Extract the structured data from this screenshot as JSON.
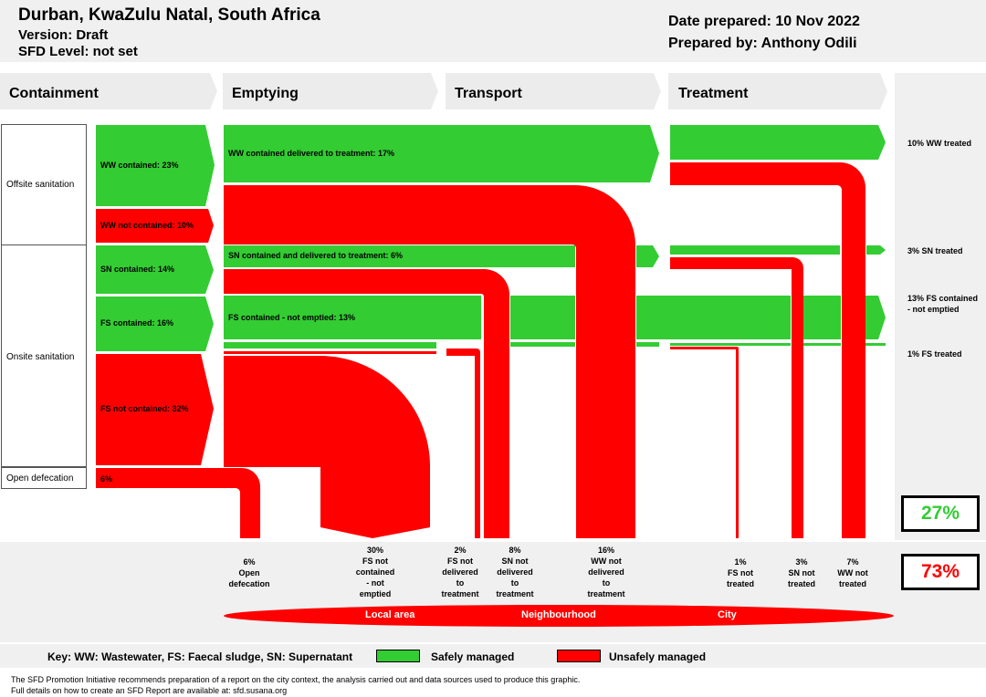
{
  "colors": {
    "safe": "#33cc33",
    "unsafe": "#ff0000",
    "grey": "#f0f0f0"
  },
  "header": {
    "city": "Durban, KwaZulu Natal, South Africa",
    "version": "Version: Draft",
    "level": "SFD Level: not set",
    "date": "Date prepared: 10 Nov 2022",
    "prepared_by": "Prepared by: Anthony Odili"
  },
  "stages": [
    "Containment",
    "Emptying",
    "Transport",
    "Treatment"
  ],
  "categories": {
    "offsite": "Offsite sanitation",
    "onsite": "Onsite sanitation",
    "open": "Open defecation"
  },
  "flows": {
    "ww_contained": "WW contained: 23%",
    "ww_not_contained": "WW not contained: 10%",
    "sn_contained": "SN contained: 14%",
    "fs_contained": "FS contained: 16%",
    "fs_not_contained": "FS not contained: 32%",
    "od": "6%",
    "ww_delivered": "WW contained delivered to treatment: 17%",
    "sn_delivered": "SN contained and delivered to treatment: 6%",
    "fs_not_emptied": "FS contained - not emptied: 13%"
  },
  "outcomes": {
    "ww_treated": "10% WW treated",
    "sn_treated": "3% SN treated",
    "fs_contained_not_emptied": "13% FS contained - not emptied",
    "fs_treated": "1% FS treated"
  },
  "bottom_labels": [
    "6%\nOpen\ndefecation",
    "30%\nFS not\ncontained\n- not\nemptied",
    "2%\nFS not\ndelivered\nto\ntreatment",
    "8%\nSN not\ndelivered\nto\ntreatment",
    "16%\nWW not\ndelivered\nto\ntreatment",
    "1%\nFS not\ntreated",
    "3%\nSN not\ntreated",
    "7%\nWW not\ntreated"
  ],
  "totals": {
    "safe": "27%",
    "unsafe": "73%"
  },
  "areas": [
    "Local area",
    "Neighbourhood",
    "City"
  ],
  "key": {
    "text": "Key: WW: Wastewater, FS: Faecal sludge, SN: Supernatant",
    "safe": "Safely managed",
    "unsafe": "Unsafely managed"
  },
  "footer": {
    "line1": "The SFD Promotion Initiative recommends preparation of a report on the city context, the analysis carried out and data sources used to produce this graphic.",
    "line2": "Full details on how to create an SFD Report are available at: sfd.susana.org"
  }
}
